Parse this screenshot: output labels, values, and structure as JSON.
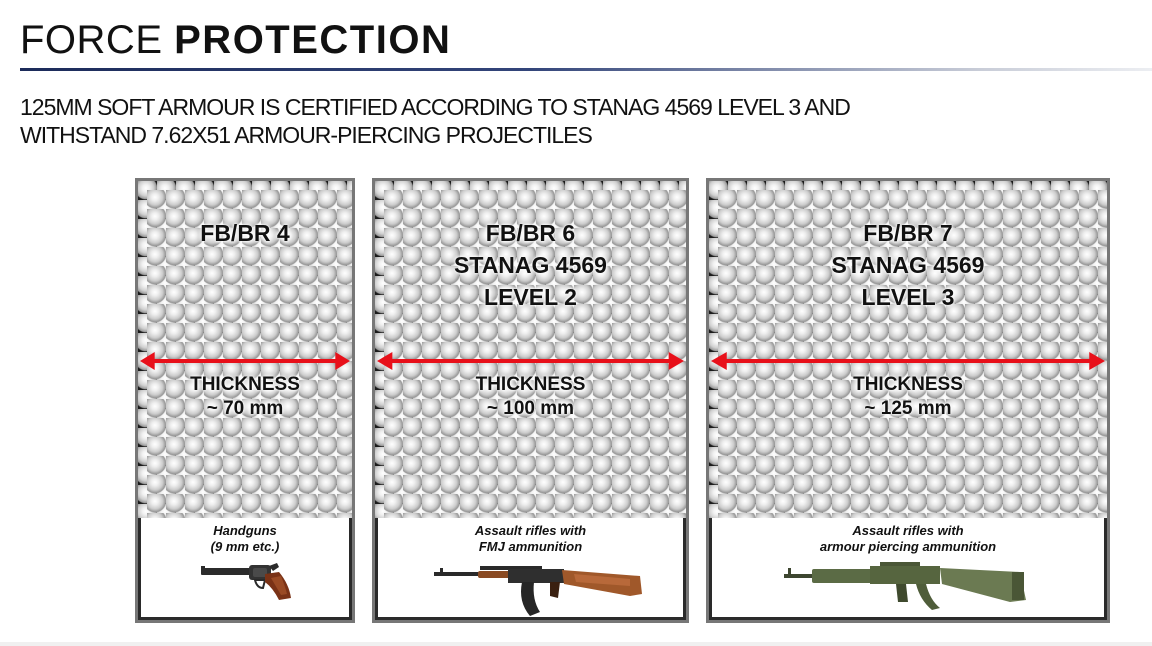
{
  "header": {
    "title_light": "FORCE",
    "title_bold": "PROTECTION",
    "subtitle_lines": [
      "125MM SOFT ARMOUR IS CERTIFIED ACCORDING TO STANAG 4569 LEVEL 3 AND",
      "WITHSTAND 7.62X51 ARMOUR-PIERCING PROJECTILES"
    ]
  },
  "panels": [
    {
      "level_lines": [
        "FB/BR 4"
      ],
      "thickness_label": "THICKNESS",
      "thickness_value": "~ 70 mm",
      "threat_lines": [
        "Handguns",
        "(9 mm etc.)"
      ],
      "weapon_icon": "revolver-icon"
    },
    {
      "level_lines": [
        "FB/BR 6",
        "STANAG 4569",
        "LEVEL 2"
      ],
      "thickness_label": "THICKNESS",
      "thickness_value": "~ 100 mm",
      "threat_lines": [
        "Assault rifles with",
        "FMJ ammunition"
      ],
      "weapon_icon": "assault-rifle-icon"
    },
    {
      "level_lines": [
        "FB/BR 7",
        "STANAG 4569",
        "LEVEL 3"
      ],
      "thickness_label": "THICKNESS",
      "thickness_value": "~ 125 mm",
      "threat_lines": [
        "Assault rifles with",
        "armour piercing ammunition"
      ],
      "weapon_icon": "battle-rifle-icon"
    }
  ],
  "colors": {
    "title_rule": "#1c2b5a",
    "arrow": "#e8101a",
    "panel_border": "#777777"
  }
}
